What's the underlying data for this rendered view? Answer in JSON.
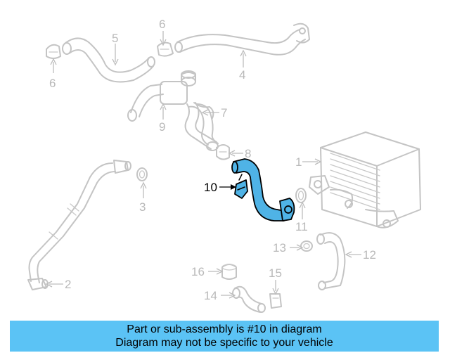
{
  "callouts": {
    "c1": "1",
    "c2": "2",
    "c3": "3",
    "c4": "4",
    "c5": "5",
    "c6a": "6",
    "c6b": "6",
    "c7": "7",
    "c8": "8",
    "c9": "9",
    "c10": "10",
    "c11": "11",
    "c12": "12",
    "c13": "13",
    "c14": "14",
    "c15": "15",
    "c16": "16"
  },
  "banner": {
    "line1": "Part or sub-assembly is #10 in diagram",
    "line2": "Diagram may not be specific to your vehicle"
  },
  "colors": {
    "highlight": "#4fb3e6",
    "banner": "#5bc3f5",
    "ghost_parts": "#c4c4c4"
  }
}
